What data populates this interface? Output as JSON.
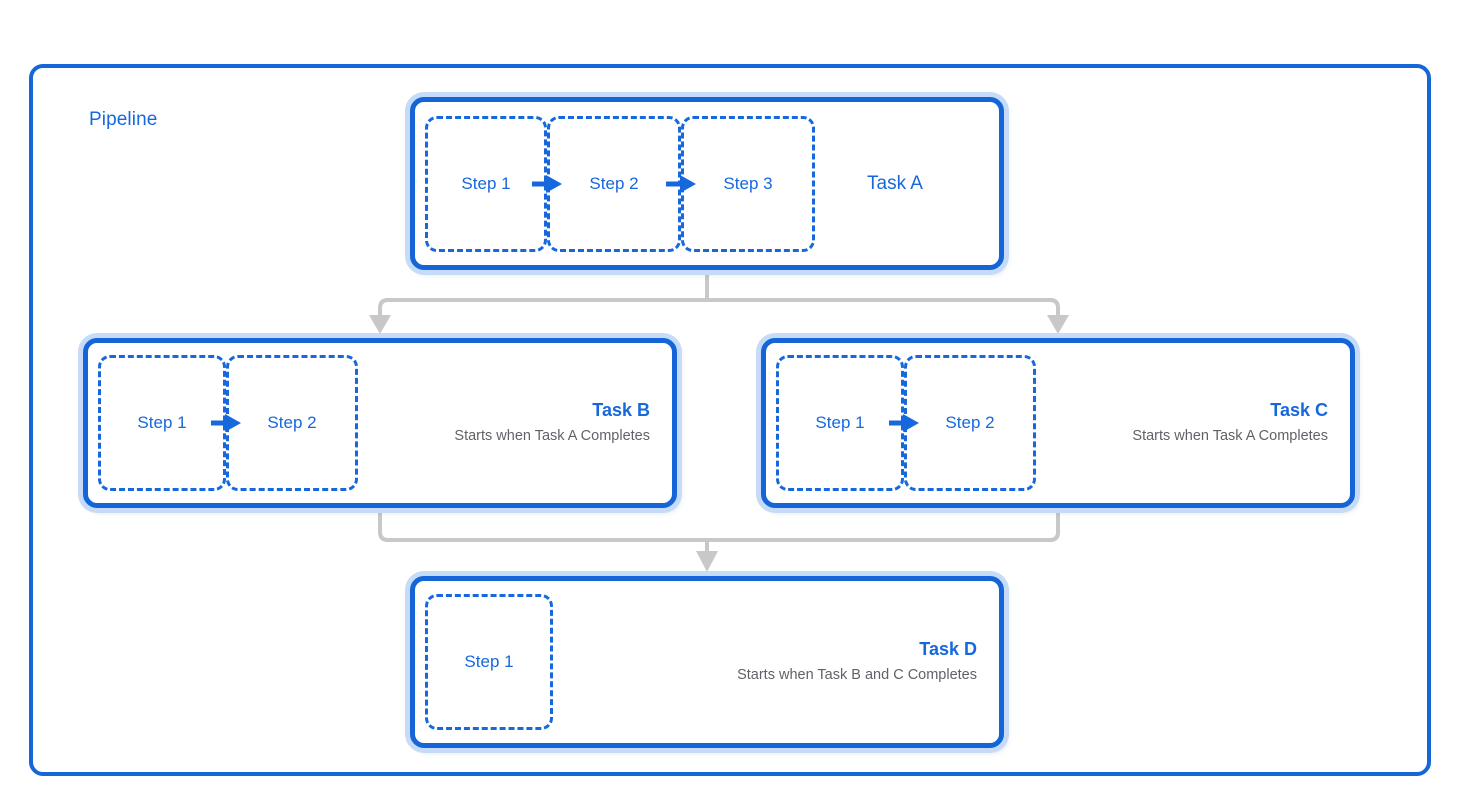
{
  "pipeline": {
    "label": "Pipeline"
  },
  "colors": {
    "accent_blue": "#1668dc",
    "border_blue": "#1565d8",
    "glow_blue": "#c5dbf7",
    "connector_gray": "#c8c8c8",
    "subtitle_gray": "#5f6368",
    "background": "#ffffff"
  },
  "tasks": [
    {
      "id": "task-a",
      "title": "Task A",
      "subtitle": "",
      "title_bold": false,
      "steps": [
        {
          "label": "Step 1"
        },
        {
          "label": "Step 2"
        },
        {
          "label": "Step 3"
        }
      ]
    },
    {
      "id": "task-b",
      "title": "Task B",
      "subtitle": "Starts when Task A Completes",
      "title_bold": true,
      "steps": [
        {
          "label": "Step 1"
        },
        {
          "label": "Step 2"
        }
      ]
    },
    {
      "id": "task-c",
      "title": "Task C",
      "subtitle": "Starts when Task A Completes",
      "title_bold": true,
      "steps": [
        {
          "label": "Step 1"
        },
        {
          "label": "Step 2"
        }
      ]
    },
    {
      "id": "task-d",
      "title": "Task D",
      "subtitle": "Starts when Task B and C Completes",
      "title_bold": true,
      "steps": [
        {
          "label": "Step 1"
        }
      ]
    }
  ],
  "connectors": [
    {
      "from": "task-a",
      "to": "task-b",
      "icon": "arrow-down-icon"
    },
    {
      "from": "task-a",
      "to": "task-c",
      "icon": "arrow-down-icon"
    },
    {
      "from": "task-b",
      "to": "task-d",
      "icon": "arrow-down-icon"
    },
    {
      "from": "task-c",
      "to": "task-d",
      "icon": "arrow-down-icon"
    }
  ],
  "step_arrows": {
    "icon": "arrow-right-icon",
    "count": 4
  }
}
